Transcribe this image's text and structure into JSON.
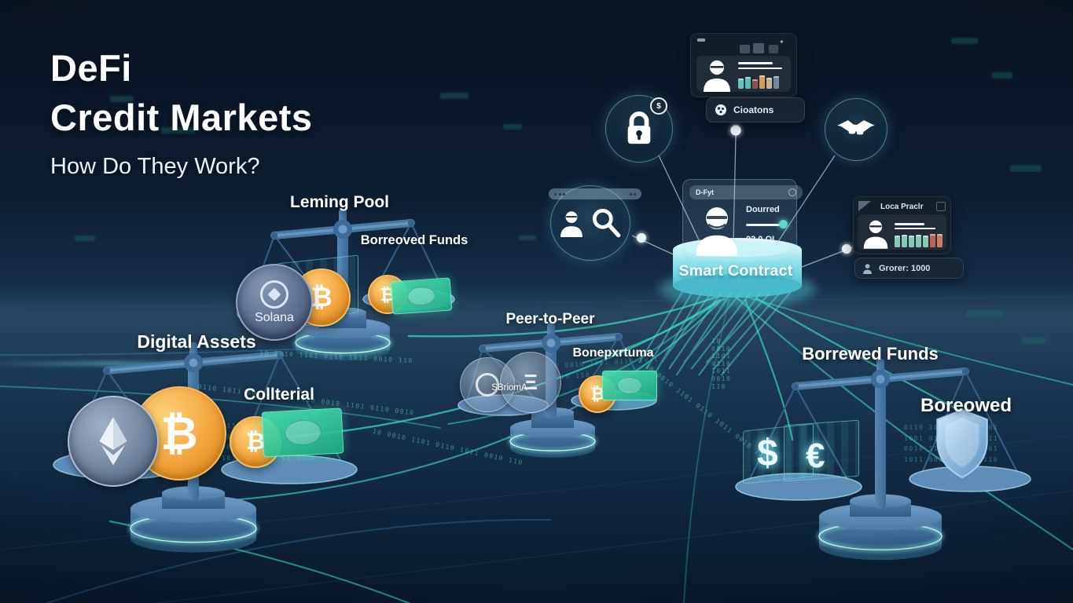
{
  "header": {
    "title_line1": "DeFi",
    "title_line2": "Credit Markets",
    "subtitle": "How Do They Work?"
  },
  "scales": {
    "lending_pool": {
      "title": "Leming Pool",
      "right_pan_label": "Borreoved Funds",
      "solana_label": "Solana",
      "bitcoin_glyph": "₿"
    },
    "digital_assets": {
      "title": "Digital Assets",
      "right_pan_label": "Collterial",
      "bitcoin_glyph": "₿"
    },
    "peer_to_peer": {
      "title": "Peer-to-Peer",
      "right_pan_label": "Bonepxrtuma",
      "coin_text": "SBriomA",
      "bitcoin_glyph": "₿"
    },
    "borrowed_funds": {
      "title": "Borrewed Funds",
      "right_pan_label": "Boreowed",
      "dollar": "$",
      "euro": "€"
    }
  },
  "smart_contract": {
    "label": "Smart Contract",
    "card": {
      "header": "D-Fyt",
      "row1": "Dourred",
      "row2": "02.0.OI"
    }
  },
  "nodes": {
    "credit_card": {
      "bars": [
        {
          "c": "#5fc6bd",
          "h": 13
        },
        {
          "c": "#58bfb6",
          "h": 15
        },
        {
          "c": "#8a544e",
          "h": 12
        },
        {
          "c": "#d89a55",
          "h": 17
        },
        {
          "c": "#c8b289",
          "h": 14
        },
        {
          "c": "#76879c",
          "h": 16
        }
      ]
    },
    "verification_pill": {
      "label": "Cioatons"
    },
    "lock": {
      "badge": "$"
    },
    "rate_card": {
      "header": "Loca Praclr",
      "footer": "Grorer: 1000",
      "bars": [
        {
          "c": "#88c9b6",
          "h": 15
        },
        {
          "c": "#88c9b6",
          "h": 16
        },
        {
          "c": "#88c9b6",
          "h": 15
        },
        {
          "c": "#88c9b6",
          "h": 16
        },
        {
          "c": "#88c9b6",
          "h": 15
        },
        {
          "c": "#c0604f",
          "h": 17
        },
        {
          "c": "#d07a66",
          "h": 17
        }
      ]
    }
  },
  "decor": {
    "binary": "0110 1011 0010 1101 0110 0010 1101 0110 0010",
    "binary2": "10 0010 1101 0110 1011 0010 110",
    "code_block": "0110 1011 0010 1101\n1001 0110 0010 1011\n0010 1101 0110 1001\n1011 0010 1101 0110"
  },
  "colors": {
    "accent_teal": "#3bd4bd",
    "glow_cyan": "#7deaea",
    "scale_blue": "#4a7dad",
    "bitcoin_orange": "#f0a33c",
    "cash_green": "#2fd6a4",
    "shield_blue": "#7fb3dd",
    "background_navy": "#0d1c2f"
  }
}
